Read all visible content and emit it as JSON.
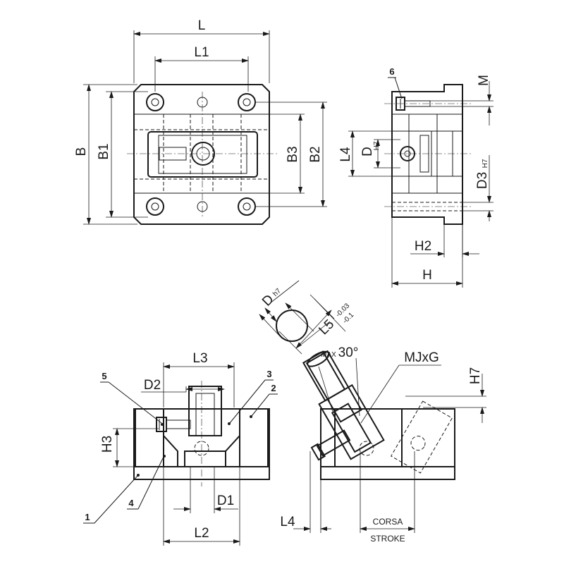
{
  "dimensions": {
    "L": "L",
    "L1": "L1",
    "B": "B",
    "B1": "B1",
    "B2": "B2",
    "B3": "B3",
    "M": "M",
    "L4": "L4",
    "D": "D",
    "D_sub": "H7",
    "D3": "D3",
    "D3_sub": "H7",
    "H": "H",
    "H2": "H2",
    "H3": "H3",
    "H7": "H7",
    "L2": "L2",
    "L3": "L3",
    "D1": "D1",
    "D2": "D2",
    "pin_D": "D",
    "pin_D_sub": "h7",
    "L5": "L5",
    "L5_tol_upper": "-0.03",
    "L5_tol_lower": "-0.1",
    "MJxG": "MJxG",
    "max_label": "MAX",
    "angle": "30°",
    "corsa": "CORSA",
    "stroke": "STROKE"
  },
  "part_numbers": {
    "p1": "1",
    "p2": "2",
    "p3": "3",
    "p4": "4",
    "p5": "5",
    "p6": "6"
  }
}
